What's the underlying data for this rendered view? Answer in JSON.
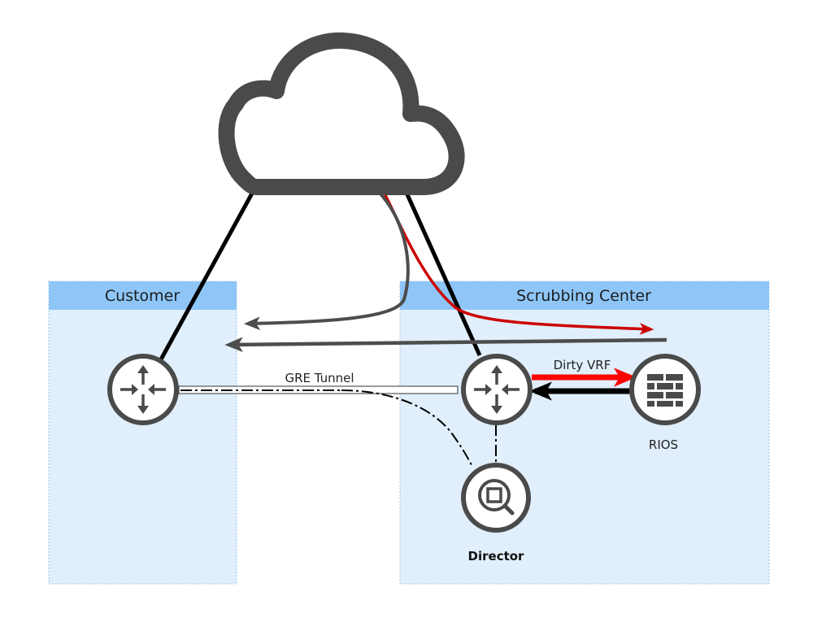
{
  "zones": {
    "customer": {
      "title": "Customer"
    },
    "scrubbing_center": {
      "title": "Scrubbing Center"
    }
  },
  "nodes": {
    "internet": {
      "icon": "cloud-icon"
    },
    "customer_router": {
      "icon": "router-icon"
    },
    "scrubbing_router": {
      "icon": "router-icon"
    },
    "rios": {
      "label": "RIOS",
      "icon": "firewall-icon"
    },
    "director": {
      "label": "Director",
      "icon": "inspect-icon"
    }
  },
  "links": {
    "gre_tunnel": {
      "label": "GRE Tunnel"
    },
    "dirty_vrf": {
      "label": "Dirty VRF"
    }
  },
  "colors": {
    "zone_fill": "#e0effb",
    "zone_header": "#8ec6f8",
    "zone_border": "#9cc4e4",
    "icon_stroke": "#4a4a4a",
    "link": "#000000",
    "dirty_traffic": "#cc0000",
    "dirty_arrow": "#ff0000",
    "clean_traffic": "#4d4d4d"
  }
}
